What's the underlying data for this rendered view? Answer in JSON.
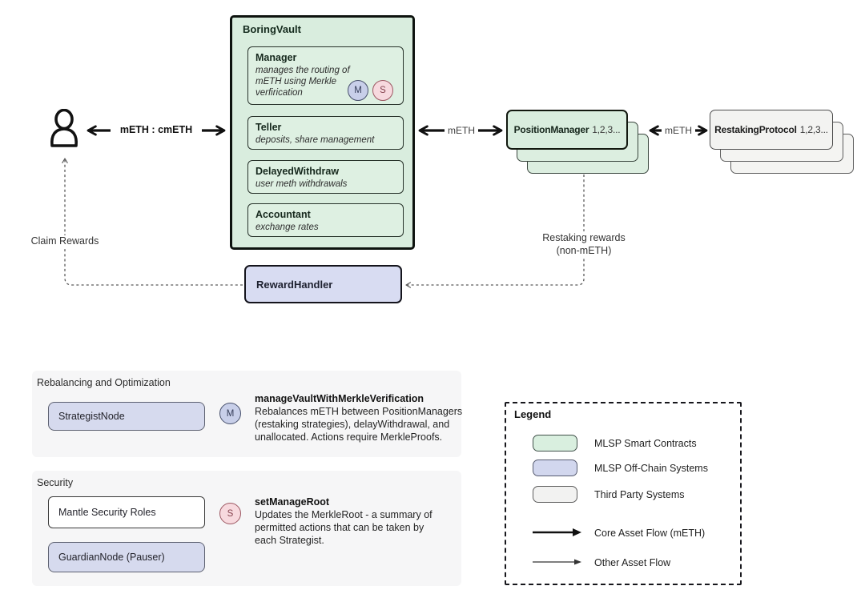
{
  "colors": {
    "smart_contract_fill": "#d9edde",
    "offchain_fill": "#d6daee",
    "third_party_fill": "#f3f3f1",
    "badge_m_fill": "#c8cfe9",
    "badge_s_fill": "#f7d9de",
    "panel_bg": "#f6f6f7",
    "ink": "#141414"
  },
  "flow": {
    "user_vault_label": "mETH : cmETH",
    "vault_pm_label": "mETH",
    "pm_rp_label": "mETH",
    "claim_label": "Claim Rewards",
    "restaking_label_line1": "Restaking rewards",
    "restaking_label_line2": "(non-mETH)"
  },
  "vault": {
    "title": "BoringVault",
    "modules": [
      {
        "name": "Manager",
        "desc": "manages the routing of mETH using Merkle verfirication"
      },
      {
        "name": "Teller",
        "desc": "deposits, share management"
      },
      {
        "name": "DelayedWithdraw",
        "desc": "user meth withdrawals"
      },
      {
        "name": "Accountant",
        "desc": "exchange rates"
      }
    ],
    "manager_badges": [
      "M",
      "S"
    ]
  },
  "position_manager": {
    "name": "PositionManager",
    "suffix": "1,2,3..."
  },
  "restaking_protocol": {
    "name": "RestakingProtocol",
    "suffix": "1,2,3..."
  },
  "reward_handler": {
    "title": "RewardHandler"
  },
  "rebalancing": {
    "title": "Rebalancing and Optimization",
    "node": "StrategistNode",
    "badge": "M",
    "heading": "manageVaultWithMerkleVerification",
    "lines": [
      "Rebalances mETH between PositionManagers",
      "(restaking strategies), delayWithdrawal, and",
      "unallocated. Actions require MerkleProofs."
    ]
  },
  "security": {
    "title": "Security",
    "node1": "Mantle Security Roles",
    "node2": "GuardianNode (Pauser)",
    "badge": "S",
    "heading": "setManageRoot",
    "lines": [
      "Updates the MerkleRoot - a summary of",
      "permitted actions that can be taken by",
      "each Strategist."
    ]
  },
  "legend": {
    "title": "Legend",
    "items": [
      {
        "label": "MLSP Smart Contracts"
      },
      {
        "label": "MLSP Off-Chain Systems"
      },
      {
        "label": "Third Party Systems"
      }
    ],
    "flows": [
      {
        "label": "Core Asset Flow (mETH)"
      },
      {
        "label": "Other Asset Flow"
      }
    ]
  }
}
